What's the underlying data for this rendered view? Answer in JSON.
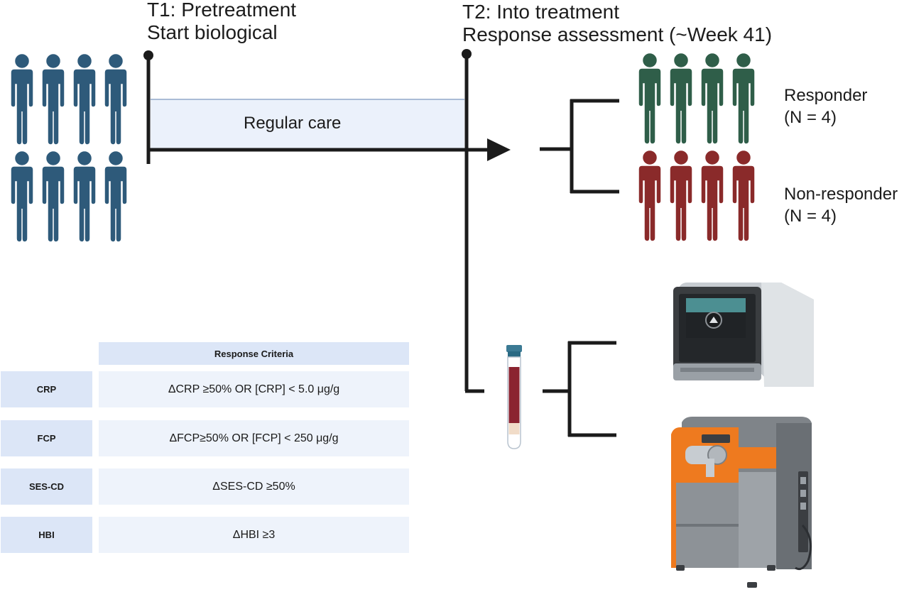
{
  "timepoints": {
    "t1": {
      "line1": "T1: Pretreatment",
      "line2": "Start biological"
    },
    "t2": {
      "line1": "T2: Into treatment",
      "line2": "Response assessment (~Week 41)"
    }
  },
  "care_band": {
    "label": "Regular care"
  },
  "groups": {
    "responder": {
      "label": "Responder",
      "count": "(N = 4)"
    },
    "non_responder": {
      "label": "Non-responder",
      "count": "(N = 4)"
    }
  },
  "criteria_table": {
    "header": "Response Criteria",
    "rows": [
      {
        "name": "CRP",
        "criterion": "ΔCRP ≥50% OR [CRP] < 5.0 μg/g"
      },
      {
        "name": "FCP",
        "criterion": "ΔFCP≥50% OR [FCP] < 250 μg/g"
      },
      {
        "name": "SES-CD",
        "criterion": "ΔSES-CD ≥50%"
      },
      {
        "name": "HBI",
        "criterion": "ΔHBI ≥3"
      }
    ]
  },
  "colors": {
    "cohort": "#2e5a7a",
    "responder": "#2f5e49",
    "non_responder": "#8a2a2a",
    "line": "#1b1b1b",
    "band_fill": "#ebf1fb",
    "band_border": "#a9bbd6",
    "instrument_orange": "#ee7a1f"
  },
  "icons": {
    "person": "person-icon",
    "blood_tube": "blood-tube-icon",
    "sequencer": "sequencer-icon",
    "mass_spectrometer": "mass-spectrometer-icon"
  }
}
